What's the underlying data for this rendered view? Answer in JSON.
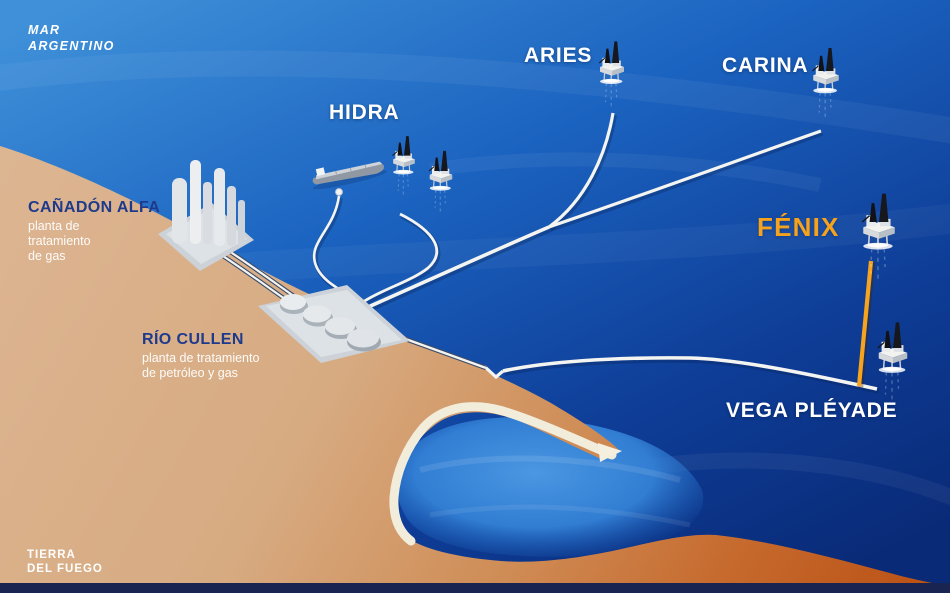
{
  "regions": {
    "sea": {
      "label_lines": [
        "MAR",
        "ARGENTINO"
      ]
    },
    "land": {
      "label_lines": [
        "TIERRA",
        "DEL FUEGO"
      ]
    }
  },
  "platforms": {
    "hidra": {
      "label": "HIDRA"
    },
    "aries": {
      "label": "ARIES"
    },
    "carina": {
      "label": "CARINA"
    },
    "fenix": {
      "label": "FÉNIX"
    },
    "vega_pleyade": {
      "label": "VEGA PLÉYADE"
    }
  },
  "plants": {
    "canadon_alfa": {
      "name": "CAÑADÓN ALFA",
      "desc_lines": [
        "planta de",
        "tratamiento",
        "de gas"
      ]
    },
    "rio_cullen": {
      "name": "RÍO CULLEN",
      "desc_lines": [
        "planta de tratamiento",
        "de petróleo y gas"
      ]
    }
  },
  "colors": {
    "sea_top": "#3a8cd8",
    "sea_deep": "#092a77",
    "bay_water": "#4b97e2",
    "land_tan": "#ddb693",
    "land_orange": "#bc5418",
    "beach_sand": "#f2ecdb",
    "pipeline_white": "#f4f4f1",
    "pipeline_fenix_orange": "#f6a41e",
    "label_white": "#ffffff",
    "label_navy": "#1e3a8c",
    "label_orange": "#f5a21d"
  }
}
